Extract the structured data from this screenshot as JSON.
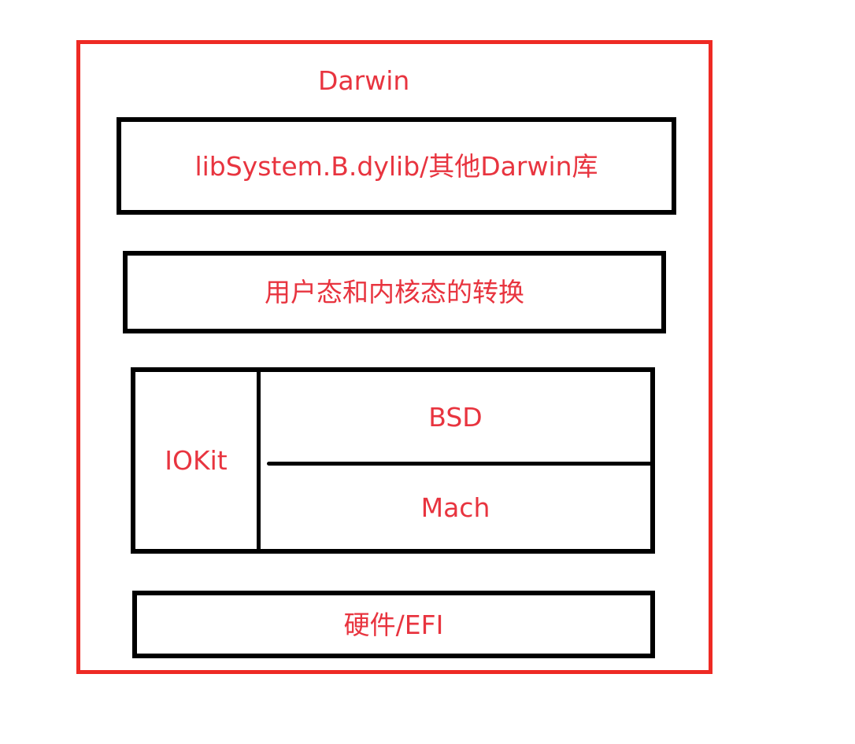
{
  "diagram": {
    "title": "Darwin",
    "layers": {
      "libsystem": "libSystem.B.dylib/其他Darwin库",
      "user_kernel_transition": "用户态和内核态的转换",
      "kernel": {
        "iokit": "IOKit",
        "bsd": "BSD",
        "mach": "Mach"
      },
      "hardware": "硬件/EFI"
    },
    "colors": {
      "outer_border": "#ee2a24",
      "label_text": "#e8343f",
      "box_border": "#000000"
    }
  }
}
